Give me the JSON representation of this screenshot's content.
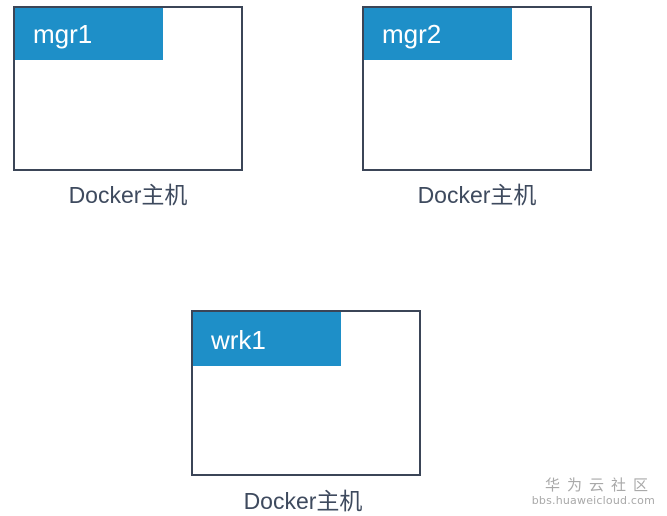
{
  "nodes": [
    {
      "label": "mgr1",
      "caption": "Docker主机"
    },
    {
      "label": "mgr2",
      "caption": "Docker主机"
    },
    {
      "label": "wrk1",
      "caption": "Docker主机"
    }
  ],
  "watermark": {
    "title": "华为云社区",
    "url": "bbs.huaweicloud.com"
  },
  "colors": {
    "tag_fill": "#1e8fc8",
    "box_border": "#3b4557",
    "caption_text": "#3e4a5e"
  }
}
